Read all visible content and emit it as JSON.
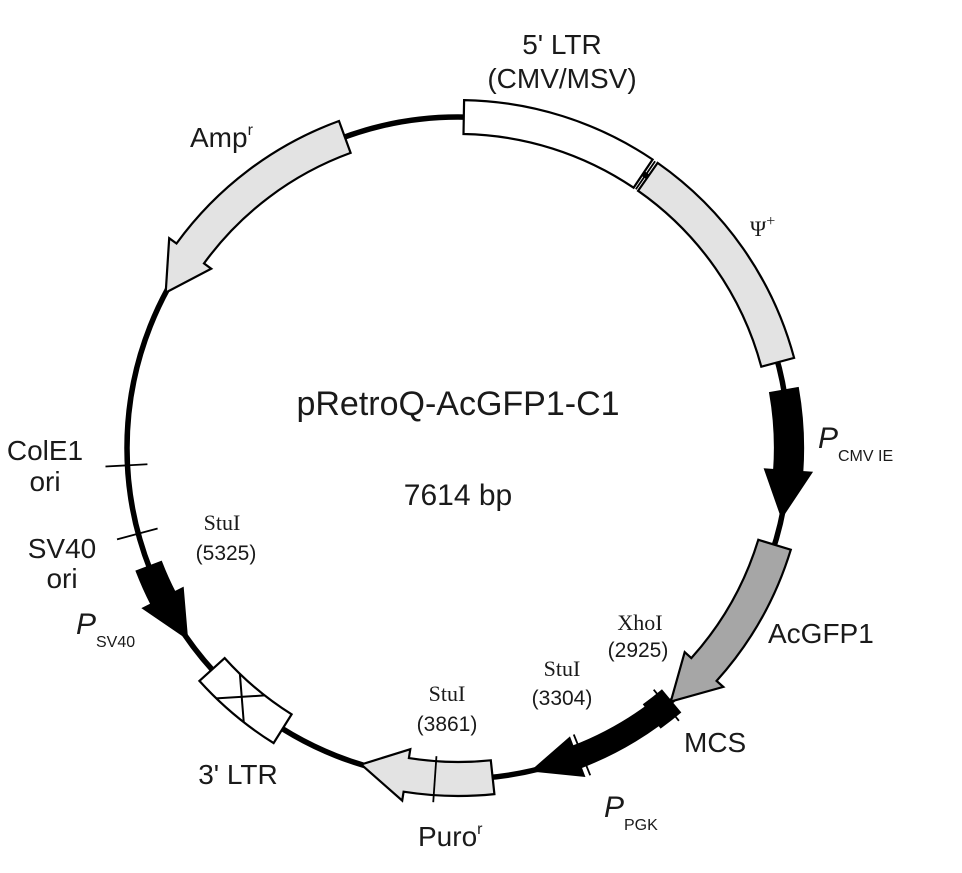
{
  "plasmid": {
    "name": "pRetroQ-AcGFP1-C1",
    "size": "7614 bp"
  },
  "features": [
    {
      "id": "ltr5",
      "label": "5' LTR",
      "label2": "(CMV/MSV)"
    },
    {
      "id": "psi",
      "label": "Ψ",
      "sup": "+"
    },
    {
      "id": "pcmv",
      "label": "P",
      "sub": "CMV IE"
    },
    {
      "id": "acgfp1",
      "label": "AcGFP1"
    },
    {
      "id": "mcs",
      "label": "MCS"
    },
    {
      "id": "ppgk",
      "label": "P",
      "sub": "PGK"
    },
    {
      "id": "puro",
      "label": "Puro",
      "sup": "r"
    },
    {
      "id": "ltr3",
      "label": "3' LTR"
    },
    {
      "id": "psv40",
      "label": "P",
      "sub": "SV40"
    },
    {
      "id": "sv40ori",
      "label": "SV40",
      "label2": "ori"
    },
    {
      "id": "cole1",
      "label": "ColE1",
      "label2": "ori"
    },
    {
      "id": "amp",
      "label": "Amp",
      "sup": "r"
    }
  ],
  "sites": [
    {
      "enzyme": "XhoI",
      "position": "(2925)"
    },
    {
      "enzyme": "StuI",
      "position": "(3304)"
    },
    {
      "enzyme": "StuI",
      "position": "(3861)"
    },
    {
      "enzyme": "StuI",
      "position": "(5325)"
    }
  ],
  "colors": {
    "backbone": "#000000",
    "white_feature": "#ffffff",
    "light_feature": "#e3e3e3",
    "gfp_feature": "#a6a6a6",
    "dark_feature": "#000000"
  }
}
